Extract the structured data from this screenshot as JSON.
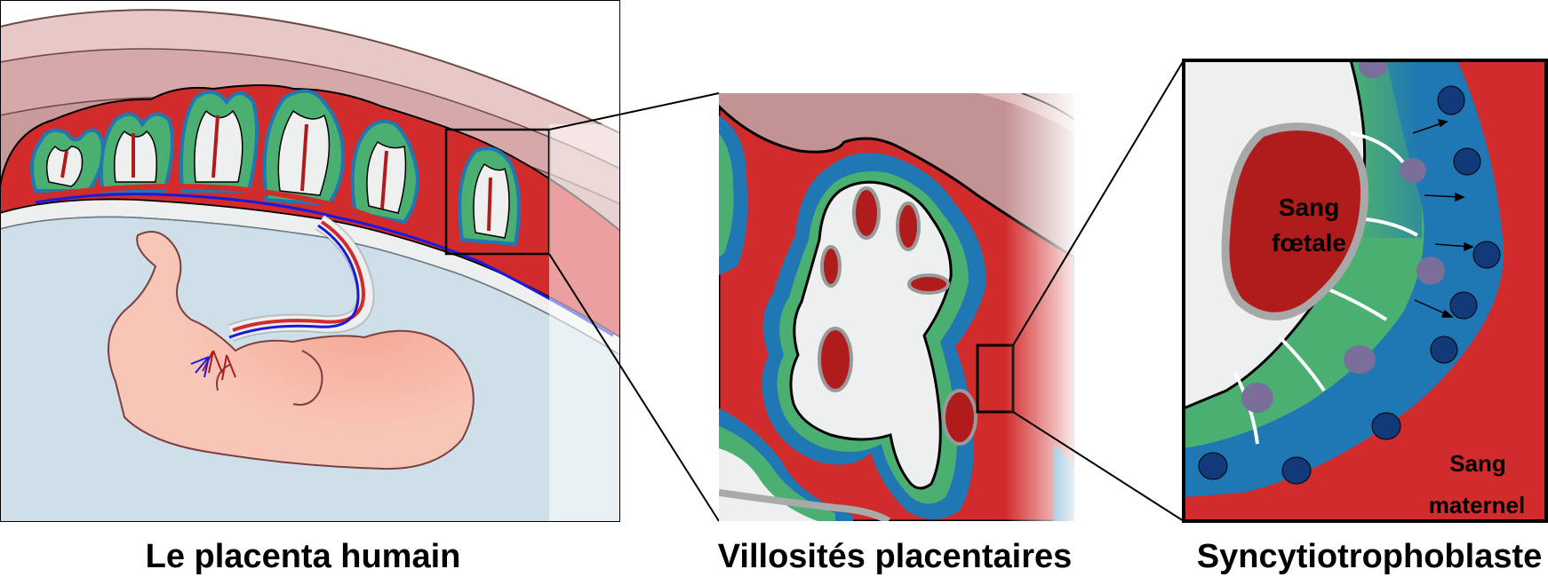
{
  "panels": {
    "placenta": {
      "caption": "Le placenta humain"
    },
    "villi": {
      "caption": "Villosités placentaires"
    },
    "syncytio": {
      "caption": "Syncytiotrophoblaste",
      "fetal_blood_line1": "Sang",
      "fetal_blood_line2": "fœtale",
      "maternal_blood_line1": "Sang",
      "maternal_blood_line2": "maternel"
    }
  },
  "colors": {
    "maternal_blood": "#d22b2b",
    "syncytiotrophoblast": "#1f78b4",
    "cytotrophoblast": "#4caf72",
    "villus_core": "#eef0f0",
    "fetal_vessel": "#b01c1c",
    "vein": "#1a1adb",
    "uterine_wall": "#c99a9a",
    "amniotic_fluid": "#cfdfe9",
    "fetus": "#f8c4b2",
    "nucleus": "#123a7a"
  }
}
